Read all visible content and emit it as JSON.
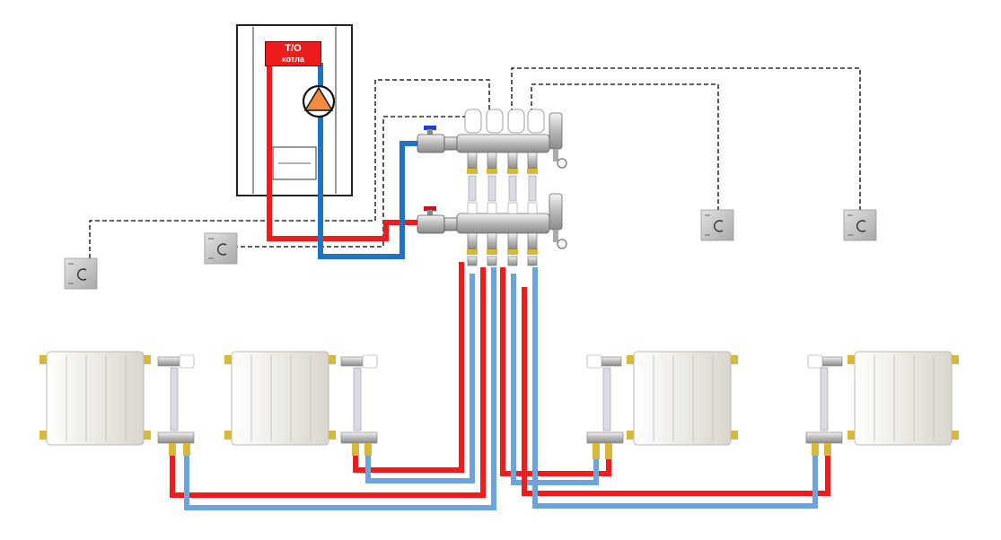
{
  "boiler": {
    "label_line1": "Т/О",
    "label_line2": "котла"
  },
  "colors": {
    "supply": "#ee1c1c",
    "return_boiler": "#1f73c4",
    "return_floor": "#6ea4dc",
    "control_line": "#000000",
    "thermostat": "#c8c8c8",
    "radiator": "#f2f2ee",
    "pump": "#f28c3c",
    "brass": "#d8b838"
  },
  "components": {
    "thermostats": 4,
    "radiators": 4,
    "manifold_outputs": 4
  }
}
